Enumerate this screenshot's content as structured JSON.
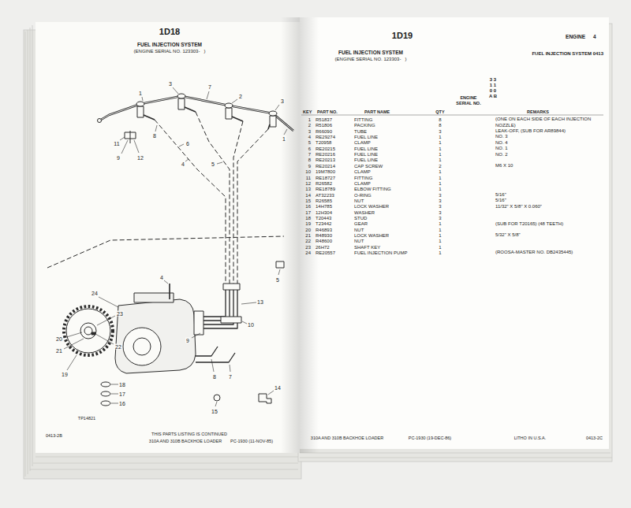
{
  "diagram": {
    "nodes": [
      {
        "text": [
          "1D18",
          "FUEL INJECTION SYSTEM",
          "(ENGINE SERIAL NO. 123303-   )"
        ]
      },
      {
        "text": [
          "1D19",
          "FUEL INJECTION SYSTEM",
          "(ENGINE SERIAL NO. 123303-   )"
        ]
      }
    ],
    "labels": [
      "1",
      "3",
      "7",
      "2",
      "3",
      "1",
      "8",
      "6",
      "11",
      "9",
      "12",
      "4",
      "5",
      "5",
      "24",
      "4",
      "23",
      "22",
      "20",
      "21",
      "19",
      "18",
      "17",
      "16",
      "15",
      "14",
      "13",
      "10",
      "9",
      "8",
      "7",
      "TP14821",
      "0413-2B",
      "THIS PARTS LISTING IS CONTINUED",
      "310A AND 310B BACKHOE LOADER",
      "PC-1930 (11-NOV-85)",
      "ENGINE",
      "4",
      "FUEL INJECTION SYSTEM 0413",
      "3 3",
      "1 1",
      "0 0",
      "A B",
      "ENGINE",
      "SERIAL NO.",
      "KEY",
      "PART NO.",
      "PART NAME",
      "QTY",
      "REMARKS",
      "1",
      "R51837",
      "FITTING",
      "8",
      "(ONE ON EACH SIDE OF EACH INJECTION NOZZLE)",
      "2",
      "R51806",
      "PACKING",
      "8",
      "3",
      "R66090",
      "TUBE",
      "3",
      "LEAK-OFF, (SUB FOR AR89844)",
      "4",
      "RE29274",
      "FUEL LINE",
      "1",
      "NO. 3",
      "5",
      "T20958",
      "CLAMP",
      "1",
      "NO. 4",
      "6",
      "RE20215",
      "FUEL LINE",
      "1",
      "NO. 1",
      "7",
      "RE20216",
      "FUEL LINE",
      "1",
      "NO. 2",
      "8",
      "RE20213",
      "FUEL LINE",
      "1",
      "9",
      "RE20214",
      "CAP SCREW",
      "2",
      "M6 X 10",
      "10",
      "19M7800",
      "CLAMP",
      "1",
      "11",
      "RE18727",
      "FITTING",
      "1",
      "12",
      "R26582",
      "CLAMP",
      "1",
      "13",
      "RE18789",
      "ELBOW FITTING",
      "1",
      "14",
      "AT32233",
      "O-RING",
      "3",
      "5/16\"",
      "15",
      "R26585",
      "NUT",
      "3",
      "5/16\"",
      "16",
      "14H785",
      "LOCK WASHER",
      "3",
      "11/32\" X 5/8\" X 0.060\"",
      "17",
      "12H304",
      "WASHER",
      "3",
      "18",
      "T20443",
      "STUD",
      "3",
      "19",
      "T23442",
      "GEAR",
      "1",
      "(SUB FOR T20165) (48 TEETH)",
      "20",
      "R46893",
      "NUT",
      "1",
      "21",
      "R48930",
      "LOCK WASHER",
      "1",
      "5/32\" X 5/8\"",
      "22",
      "R48600",
      "NUT",
      "1",
      "23",
      "26H72",
      "SHAFT KEY",
      "1",
      "24",
      "RE20557",
      "FUEL INJECTION PUMP",
      "1",
      "(ROOSA-MASTER NO. DB2435445)",
      "310A AND 310B BACKHOE LOADER",
      "PC-1930 (19-DEC-86)",
      "LITHO IN U.S.A.",
      "0413-2C"
    ]
  }
}
